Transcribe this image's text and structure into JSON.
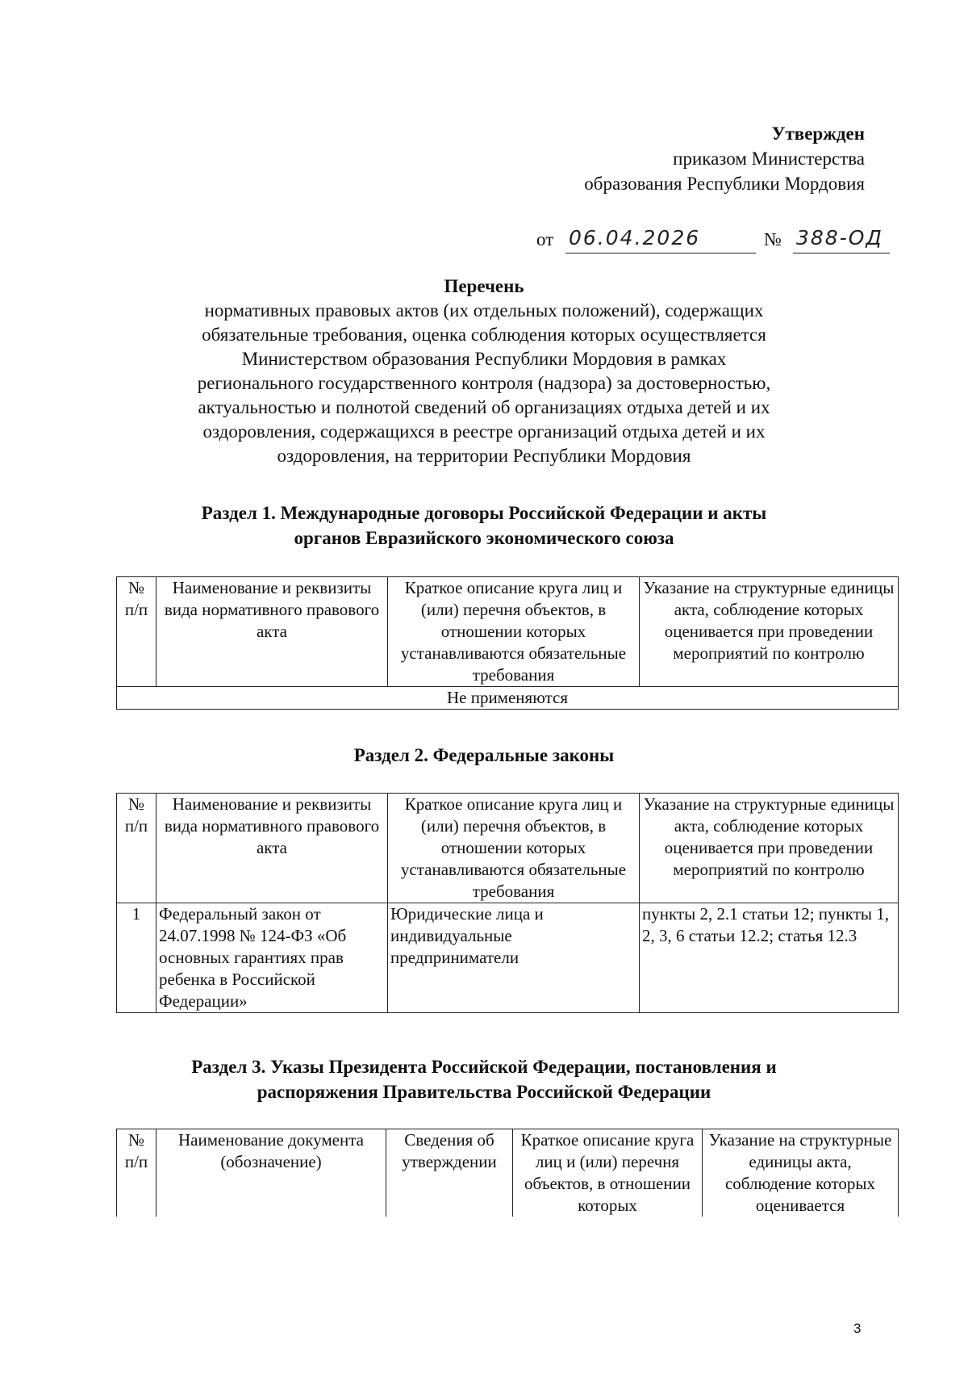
{
  "approval": {
    "line1": "Утвержден",
    "line2": "приказом Министерства",
    "line3": "образования Республики Мордовия"
  },
  "order": {
    "from_label": "от",
    "date": "06.04.2026",
    "number_label": "№",
    "number": "388-ОД"
  },
  "title": {
    "heading": "Перечень",
    "lines": [
      "нормативных правовых актов (их отдельных положений), содержащих",
      "обязательные требования, оценка соблюдения которых осуществляется",
      "Министерством образования Республики Мордовия в рамках",
      "регионального государственного контроля (надзора) за достоверностью,",
      "актуальностью и полнотой сведений об организациях отдыха детей и их",
      "оздоровления, содержащихся в реестре организаций отдыха детей и их",
      "оздоровления, на территории Республики Мордовия"
    ]
  },
  "section1": {
    "heading_lines": [
      "Раздел 1. Международные договоры Российской Федерации и акты",
      "органов Евразийского экономического союза"
    ],
    "columns": [
      "№ п/п",
      "Наименование и реквизиты вида нормативного правового акта",
      "Краткое описание круга лиц и (или) перечня объектов, в отношении которых устанавливаются обязательные требования",
      "Указание на структурные единицы акта, соблюдение которых оценивается при проведении мероприятий по контролю"
    ],
    "empty_text": "Не применяются"
  },
  "section2": {
    "heading": "Раздел 2. Федеральные законы",
    "columns": [
      "№ п/п",
      "Наименование и реквизиты вида нормативного правового акта",
      "Краткое описание круга лиц и (или) перечня объектов, в отношении которых устанавливаются обязательные требования",
      "Указание на структурные единицы акта, соблюдение которых оценивается при проведении мероприятий по контролю"
    ],
    "rows": [
      {
        "num": "1",
        "name": "Федеральный закон от 24.07.1998 № 124-ФЗ «Об основных гарантиях прав ребенка в Российской Федерации»",
        "subjects": "Юридические лица и индивидуальные предприниматели",
        "units": "пункты 2, 2.1 статьи 12; пункты 1, 2, 3, 6 статьи 12.2; статья 12.3"
      }
    ]
  },
  "section3": {
    "heading_lines": [
      "Раздел 3. Указы Президента Российской Федерации, постановления и",
      "распоряжения Правительства Российской Федерации"
    ],
    "columns": [
      "№ п/п",
      "Наименование документа (обозначение)",
      "Сведения об утверждении",
      "Краткое описание круга лиц и (или) перечня объектов, в отношении которых",
      "Указание на структурные единицы акта, соблюдение которых оценивается"
    ]
  },
  "page_number": "3"
}
